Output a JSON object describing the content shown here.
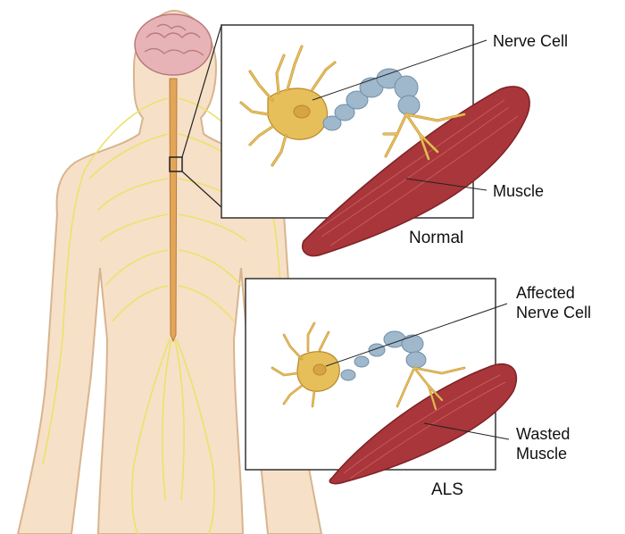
{
  "normal_panel": {
    "nerve_cell_label": "Nerve Cell",
    "muscle_label": "Muscle",
    "caption": "Normal"
  },
  "als_panel": {
    "affected_label_line1": "Affected",
    "affected_label_line2": "Nerve Cell",
    "wasted_label_line1": "Wasted",
    "wasted_label_line2": "Muscle",
    "caption": "ALS"
  },
  "colors": {
    "skin": "#f7e0c8",
    "skin_outline": "#d8b48f",
    "nerve": "#e9e36a",
    "spinal_cord": "#e2a65a",
    "brain": "#e8b3b6",
    "neuron_body": "#e7bf5a",
    "myelin": "#9fb8cc",
    "muscle": "#a8363a",
    "muscle_stripe": "#c65a5c"
  }
}
